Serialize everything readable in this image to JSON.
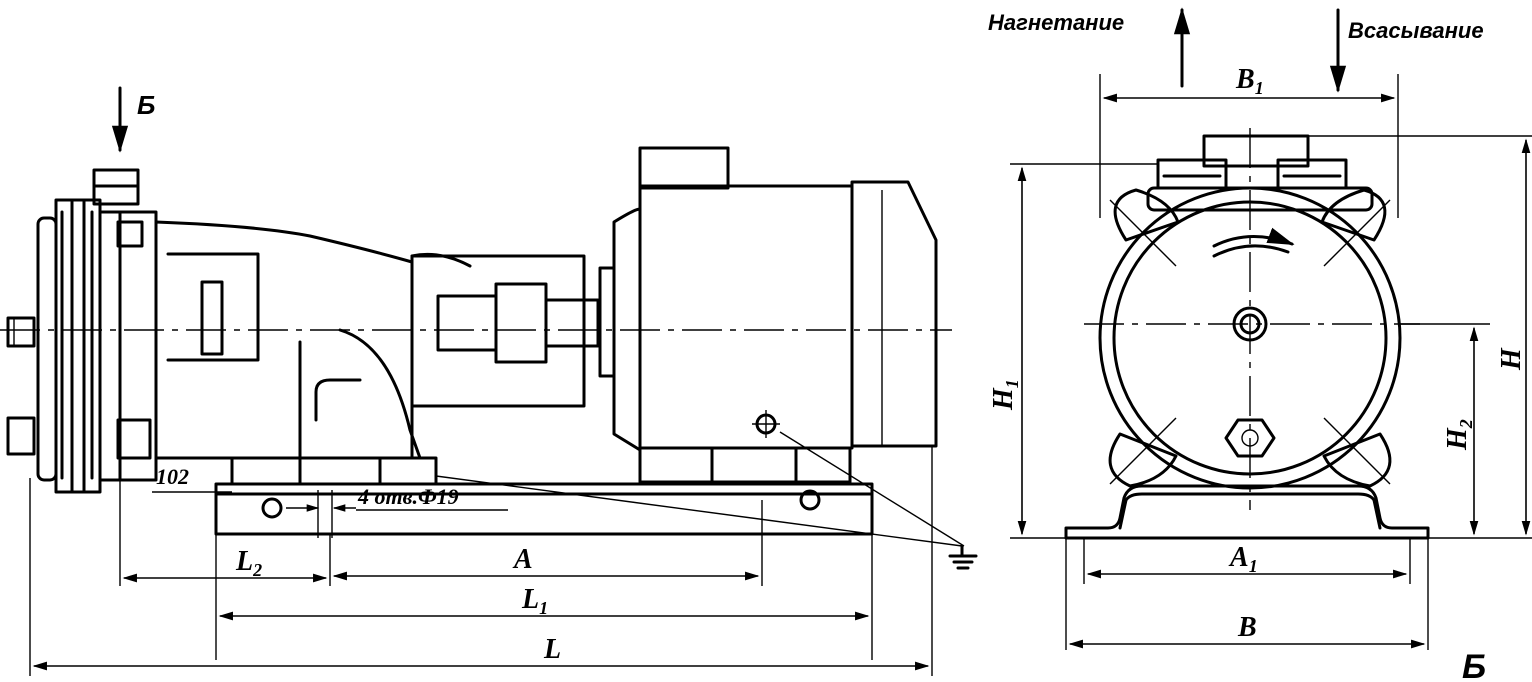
{
  "flow": {
    "discharge": "Нагнетание",
    "suction": "Всасывание"
  },
  "view_marker": "Б",
  "view_caption": "Б",
  "note_102": "102",
  "note_holes": "4 отв.Ф19",
  "dimensions": {
    "L": "L",
    "L1_base": "L",
    "L1_sub": "1",
    "L2_base": "L",
    "L2_sub": "2",
    "A": "A",
    "A1_base": "A",
    "A1_sub": "1",
    "B": "B",
    "B1_base": "B",
    "B1_sub": "1",
    "H": "H",
    "H1_base": "H",
    "H1_sub": "1",
    "H2_base": "H",
    "H2_sub": "2"
  }
}
